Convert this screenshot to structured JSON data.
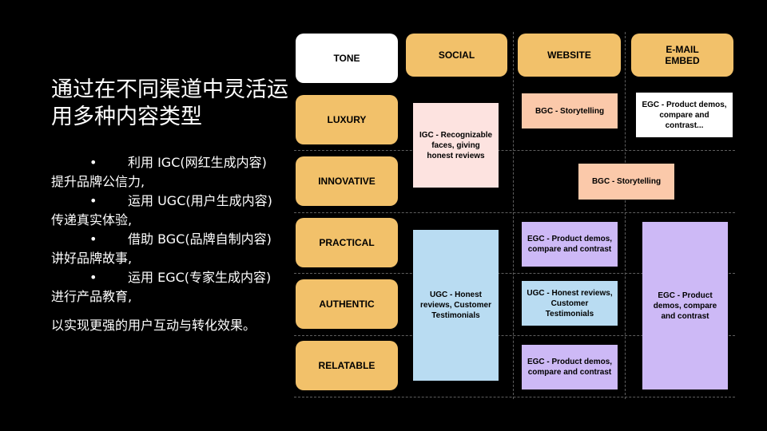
{
  "left": {
    "title": "通过在不同渠道中灵活运用多种内容类型",
    "bullet_marker": "•",
    "bullets": [
      "利用 IGC(网红生成内容)提升品牌公信力,",
      "运用 UGC(用户生成内容)传递真实体验,",
      "借助 BGC(品牌自制内容)讲好品牌故事,",
      "运用 EGC(专家生成内容)进行产品教育,"
    ],
    "summary": "以实现更强的用户互动与转化效果。"
  },
  "headers": {
    "tone": "TONE",
    "social": "SOCIAL",
    "website": "WEBSITE",
    "email": "E-MAIL\nEMBED"
  },
  "tones": [
    "LUXURY",
    "INNOVATIVE",
    "PRACTICAL",
    "AUTHENTIC",
    "RELATABLE"
  ],
  "cards": {
    "igc_social": "IGC - Recognizable faces, giving honest reviews",
    "bgc_website_luxury": "BGC - Storytelling",
    "egc_email_luxury": "EGC - Product demos, compare and contrast...",
    "bgc_innovative": "BGC - Storytelling",
    "ugc_social": "UGC - Honest reviews, Customer Testimonials",
    "egc_website_practical": "EGC - Product demos, compare and contrast",
    "ugc_website_authentic": "UGC - Honest reviews, Customer Testimonials",
    "egc_website_relatable": "EGC - Product demos, compare and contrast",
    "egc_email_tall": "EGC - Product demos, compare and contrast"
  },
  "colors": {
    "background": "#000000",
    "tone_yellow": "#f2c16a",
    "pink": "#fde3e0",
    "salmon": "#fbc9aa",
    "blue": "#b9dcf2",
    "purple": "#cdb9f6",
    "white": "#ffffff"
  }
}
